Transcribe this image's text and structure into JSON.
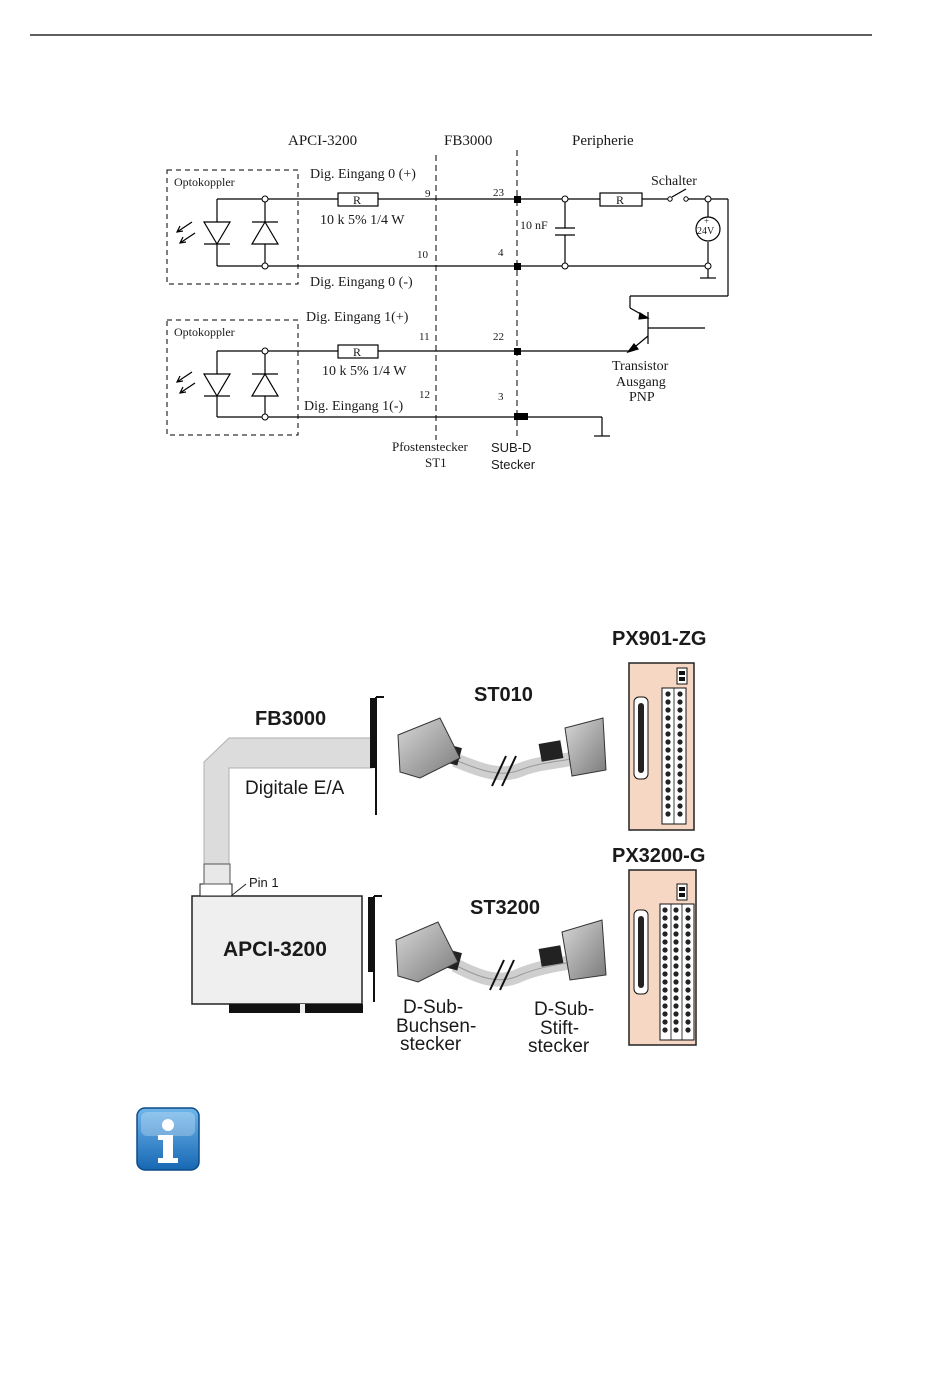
{
  "circuit": {
    "headers": {
      "apci": "APCI-3200",
      "fb": "FB3000",
      "peripherie": "Peripherie"
    },
    "optokoppler": "Optokoppler",
    "input0_plus": "Dig. Eingang 0 (+)",
    "input0_minus": "Dig. Eingang 0 (-)",
    "input1_plus": "Dig. Eingang 1(+)",
    "input1_minus": "Dig. Eingang 1(-)",
    "resistor_label": "R",
    "resistor0_spec": "10 k  5%  1/4 W",
    "resistor1_spec": "10 k  5%  1/4 W",
    "pins": {
      "p9": "9",
      "p10": "10",
      "p11": "11",
      "p12": "12",
      "p23": "23",
      "p4": "4",
      "p22": "22",
      "p3": "3"
    },
    "capacitor": "10 nF",
    "switch": "Schalter",
    "source": "24V",
    "transistor": [
      "Transistor",
      "Ausgang",
      "PNP"
    ],
    "pfosten": [
      "Pfostenstecker",
      "ST1"
    ],
    "subd": [
      "SUB-D",
      "Stecker"
    ]
  },
  "connection": {
    "px901": "PX901-ZG",
    "px3200": "PX3200-G",
    "st010": "ST010",
    "st3200": "ST3200",
    "fb3000": "FB3000",
    "digitale": "Digitale E/A",
    "pin1": "Pin 1",
    "apci": "APCI-3200",
    "dsub_buchsen": [
      "D-Sub-",
      "Buchsen-",
      "stecker"
    ],
    "dsub_stift": [
      "D-Sub-",
      "Stift-",
      "stecker"
    ]
  },
  "info_icon": "i"
}
